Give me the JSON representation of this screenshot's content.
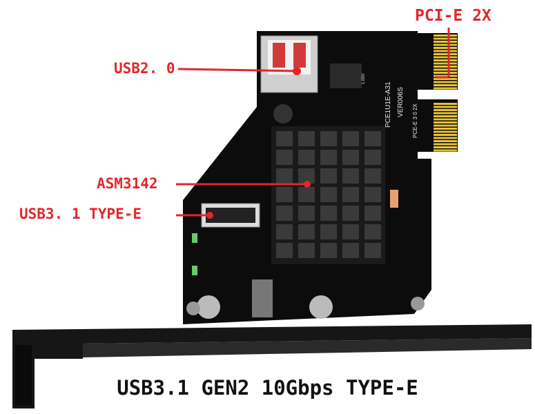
{
  "labels": {
    "pcie": "PCI-E 2X",
    "usb2": "USB2. 0",
    "chip": "ASM3142",
    "usb31": "USB3. 1 TYPE-E"
  },
  "silkscreen": {
    "model": "PCE1U1E-A31",
    "version": "VER006S",
    "slot": "PCE-E 3 0 2X",
    "voltage": "1.05V"
  },
  "caption": "USB3.1 GEN2 10Gbps TYPE-E",
  "colors": {
    "label": "#e3262c",
    "board": "#0c0c0c",
    "gold": "#e8c23a"
  }
}
